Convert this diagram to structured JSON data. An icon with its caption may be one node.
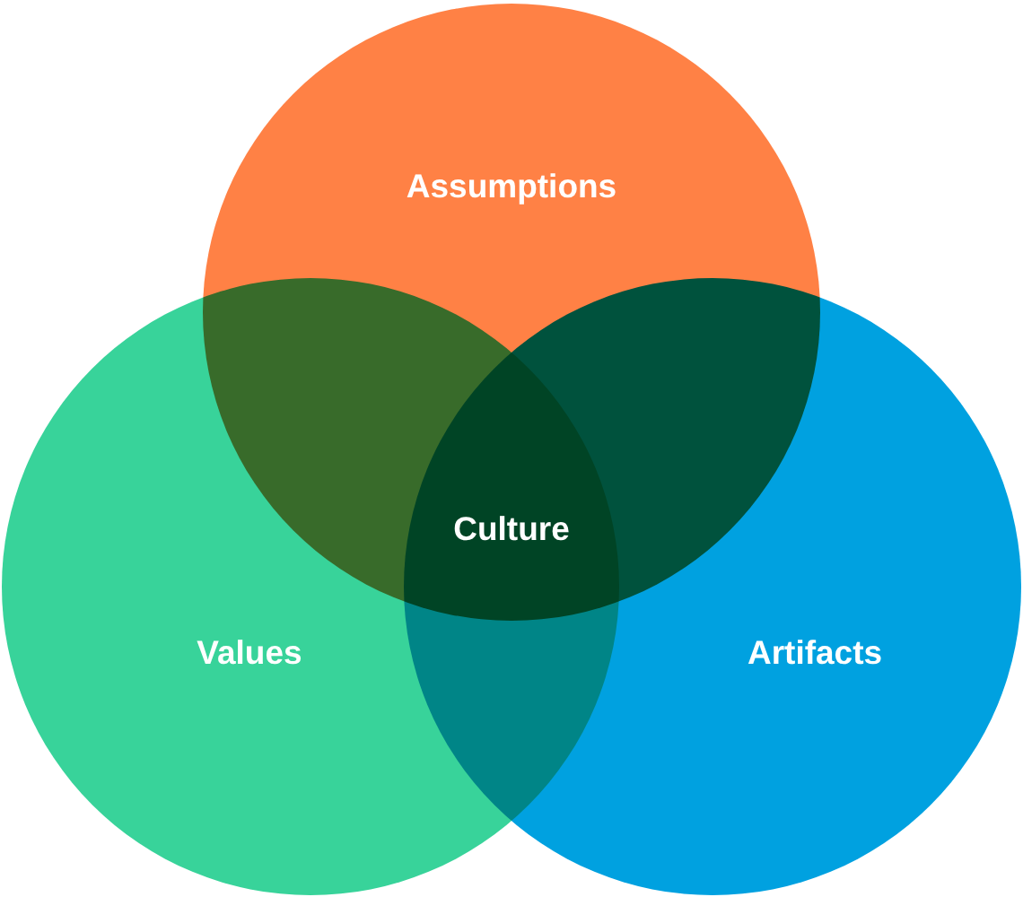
{
  "diagram": {
    "nodes": [
      {
        "text": [
          "Assumptions"
        ]
      },
      {
        "text": [
          "Values"
        ]
      },
      {
        "text": [
          "Artifacts"
        ]
      }
    ],
    "labels": [
      "Culture"
    ]
  }
}
